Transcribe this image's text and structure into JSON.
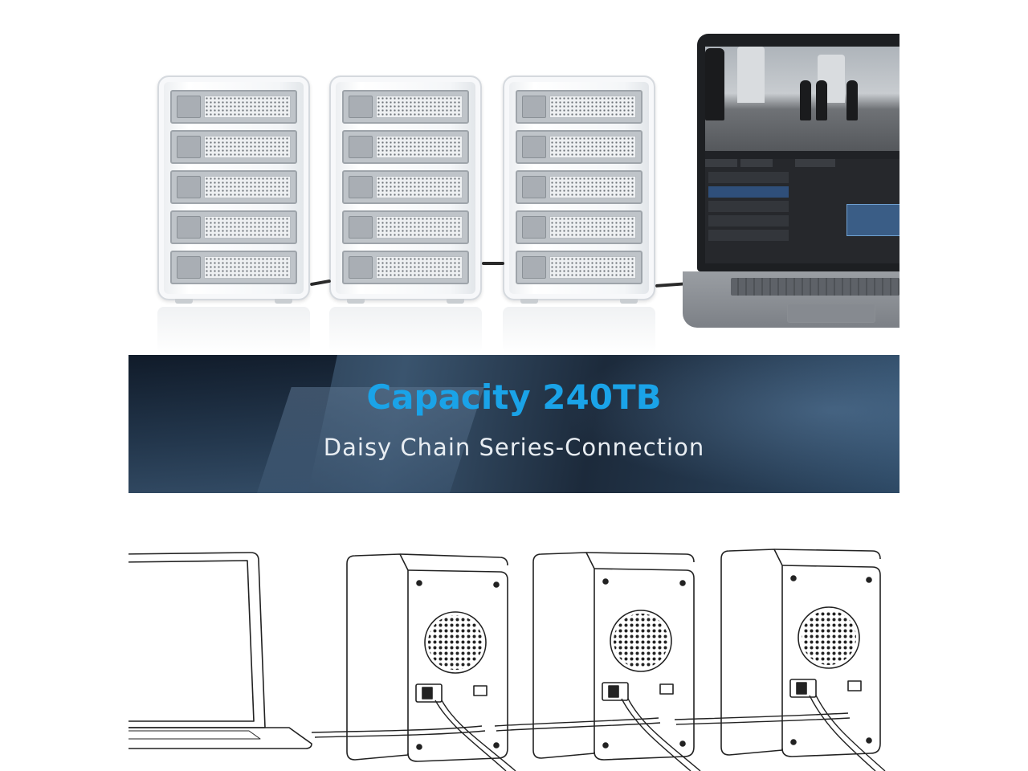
{
  "banner": {
    "title": "Capacity 240TB",
    "subtitle": "Daisy Chain Series-Connection",
    "title_color": "#1aa3e8"
  },
  "top_photo": {
    "enclosure_count": 3,
    "bays_per_enclosure": 5
  },
  "drawing": {
    "enclosure_count": 3
  }
}
